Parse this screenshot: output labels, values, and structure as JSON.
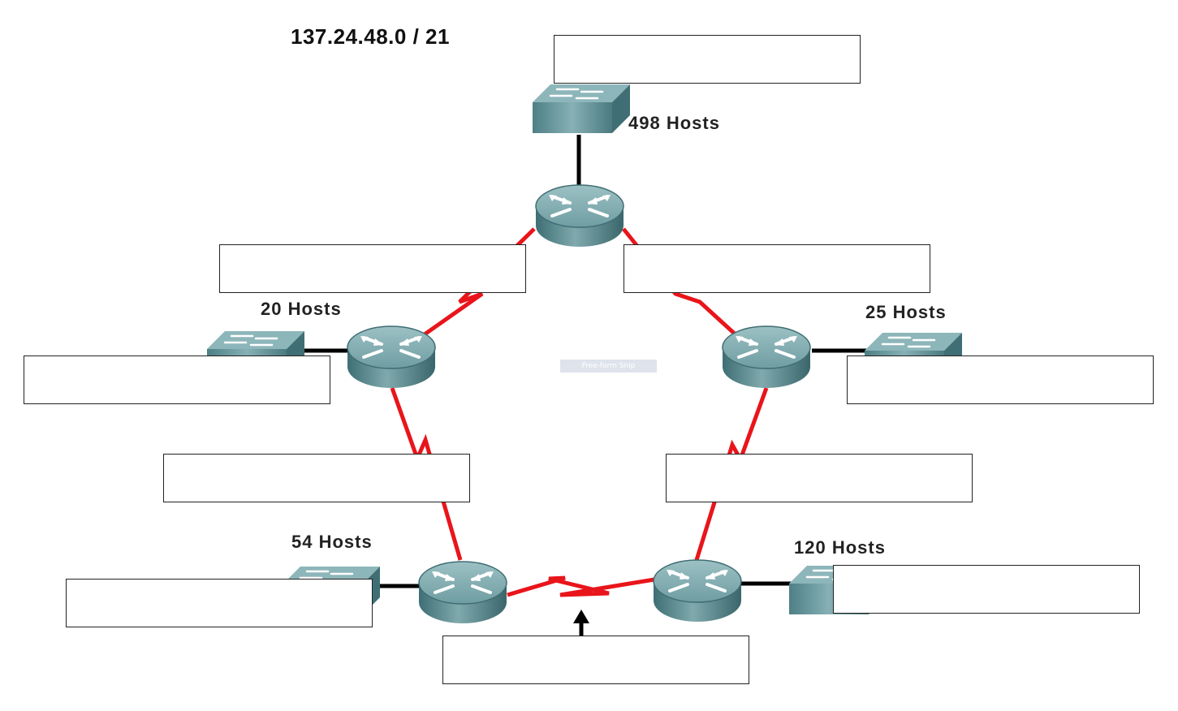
{
  "network": "137.24.48.0 / 21",
  "lans": {
    "top": "498 Hosts",
    "left": "20 Hosts",
    "right": "25 Hosts",
    "bottom_left": "54 Hosts",
    "bottom_right": "120 Hosts"
  },
  "overlay_label": "Free-form Snip",
  "colors": {
    "wan_link": "#e8151b",
    "lan_link": "#000000",
    "device": "#5b8f95"
  }
}
